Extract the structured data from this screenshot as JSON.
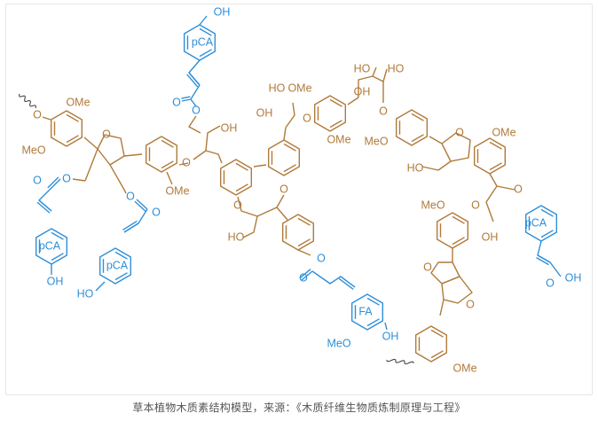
{
  "colors": {
    "lignin_core": "#b07a3a",
    "pca_unit": "#2f8fd8",
    "caption_text": "#555555"
  },
  "labels": {
    "OH": "OH",
    "HO": "HO",
    "OMe": "OMe",
    "MeO": "MeO",
    "O": "O",
    "pCA": "pCA",
    "FA": "FA"
  },
  "caption": "草本植物木质素结构模型，来源：《木质纤维生物质炼制原理与工程》"
}
